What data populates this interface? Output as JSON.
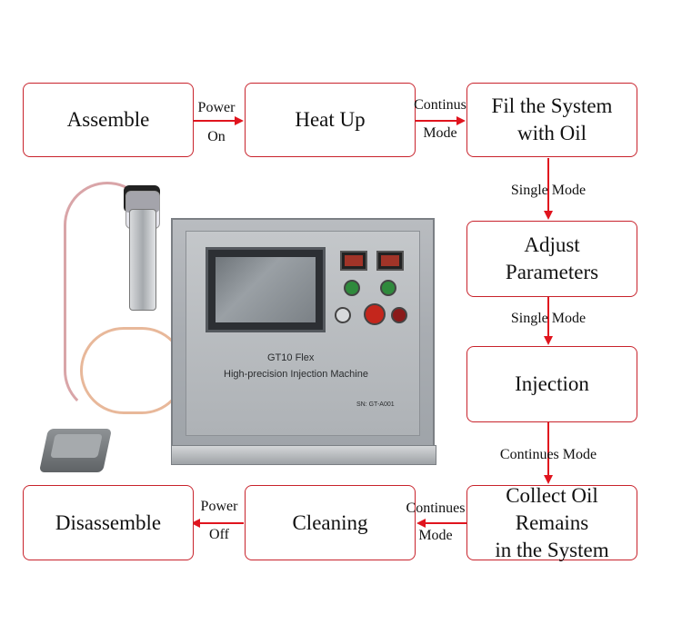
{
  "steps": {
    "assemble": "Assemble",
    "heat_up": "Heat Up",
    "fill_line1": "Fil the System",
    "fill_line2": "with Oil",
    "adjust_line1": "Adjust",
    "adjust_line2": "Parameters",
    "injection": "Injection",
    "collect_line1": "Collect Oil Remains",
    "collect_line2": "in the System",
    "cleaning": "Cleaning",
    "disassemble": "Disassemble"
  },
  "transitions": {
    "power_on_1": "Power",
    "power_on_2": "On",
    "continus_1": "Continus",
    "continus_2": "Mode",
    "single_mode_a": "Single Mode",
    "single_mode_b": "Single Mode",
    "continues_mode": "Continues Mode",
    "continues_1": "Continues",
    "continues_2": "Mode",
    "power_off_1": "Power",
    "power_off_2": "Off"
  },
  "machine": {
    "model": "GT10 Flex",
    "name": "High-precision Injection Machine",
    "serial": "SN: GT-A001"
  },
  "colors": {
    "box_border": "#c8232c",
    "arrow": "#e0141e"
  }
}
